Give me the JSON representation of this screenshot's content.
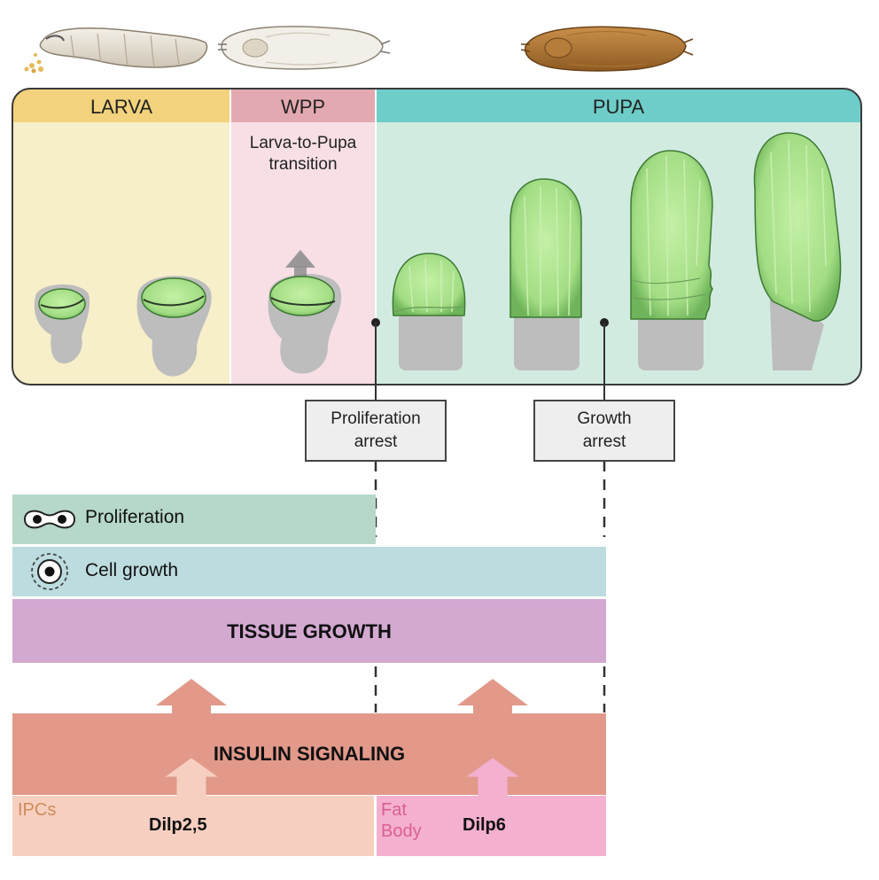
{
  "stages": {
    "larva": "LARVA",
    "wpp": "WPP",
    "pupa": "PUPA",
    "wpp_note_line1": "Larva-to-Pupa",
    "wpp_note_line2": "transition"
  },
  "events": {
    "proliferation_arrest_line1": "Proliferation",
    "proliferation_arrest_line2": "arrest",
    "growth_arrest_line1": "Growth",
    "growth_arrest_line2": "arrest"
  },
  "bars": {
    "proliferation": "Proliferation",
    "cell_growth": "Cell growth",
    "tissue_growth": "TISSUE GROWTH",
    "insulin_signaling": "INSULIN SIGNALING"
  },
  "sources": {
    "ipcs": "IPCs",
    "dilp25": "Dilp2,5",
    "fat_body_line1": "Fat",
    "fat_body_line2": "Body",
    "dilp6": "Dilp6"
  },
  "colors": {
    "larva_header": "#f2d27c",
    "larva_panel": "#f7efc9",
    "wpp_header": "#e3a9b0",
    "wpp_panel": "#f7dfe5",
    "pupa_header": "#6ecdc8",
    "pupa_panel": "#d2ebe1",
    "proliferation_bar": "#b5d8c8",
    "cell_growth_bar": "#bcdcdf",
    "tissue_growth_bar": "#d3a9d2",
    "insulin_bar": "#e2998a",
    "ipcs_box": "#f6cfc0",
    "fat_body_box": "#f4b0cf",
    "tissue_green": "#a8e08a",
    "stalk_gray": "#bdbdbd"
  }
}
